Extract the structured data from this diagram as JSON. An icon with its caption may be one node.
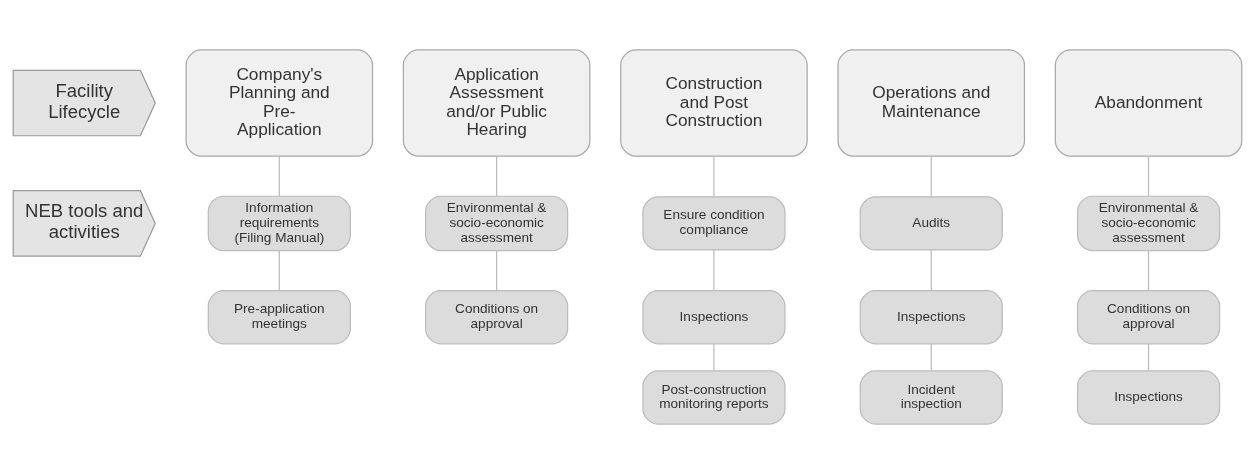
{
  "diagram": {
    "nodes": [
      {
        "text": [
          "Facility Lifecycle"
        ]
      },
      {
        "text": [
          "Company's Planning and Pre-Application"
        ]
      },
      {
        "text": [
          "Application Assessment and/or Public Hearing"
        ]
      },
      {
        "text": [
          "Construction and Post Construction"
        ]
      },
      {
        "text": [
          "Operations and Maintenance"
        ]
      },
      {
        "text": [
          "Abandonment"
        ]
      },
      {
        "text": [
          "NEB tools and activities"
        ]
      },
      {
        "text": [
          "Information requirements (Filing Manual)"
        ]
      },
      {
        "text": [
          "Pre-application meetings"
        ]
      },
      {
        "text": [
          "Environmental & socio-economic assessment"
        ]
      },
      {
        "text": [
          "Conditions on approval"
        ]
      },
      {
        "text": [
          "Ensure condition compliance"
        ]
      },
      {
        "text": [
          "Inspections"
        ]
      },
      {
        "text": [
          "Post-construction monitoring reports"
        ]
      },
      {
        "text": [
          "Audits"
        ]
      },
      {
        "text": [
          "Inspections"
        ]
      },
      {
        "text": [
          "Incident inspection"
        ]
      },
      {
        "text": [
          "Environmental & socio-economic assessment"
        ]
      },
      {
        "text": [
          "Conditions on approval"
        ]
      },
      {
        "text": [
          "Inspections"
        ]
      }
    ],
    "edges": [
      {
        "from": 1,
        "to": 7,
        "arrow": "none"
      },
      {
        "from": 7,
        "to": 8,
        "arrow": "none"
      },
      {
        "from": 2,
        "to": 9,
        "arrow": "none"
      },
      {
        "from": 9,
        "to": 10,
        "arrow": "none"
      },
      {
        "from": 3,
        "to": 11,
        "arrow": "none"
      },
      {
        "from": 11,
        "to": 12,
        "arrow": "none"
      },
      {
        "from": 12,
        "to": 13,
        "arrow": "none"
      },
      {
        "from": 4,
        "to": 14,
        "arrow": "none"
      },
      {
        "from": 14,
        "to": 15,
        "arrow": "none"
      },
      {
        "from": 15,
        "to": 16,
        "arrow": "none"
      },
      {
        "from": 5,
        "to": 17,
        "arrow": "none"
      },
      {
        "from": 17,
        "to": 18,
        "arrow": "none"
      },
      {
        "from": 18,
        "to": 19,
        "arrow": "none"
      }
    ]
  }
}
